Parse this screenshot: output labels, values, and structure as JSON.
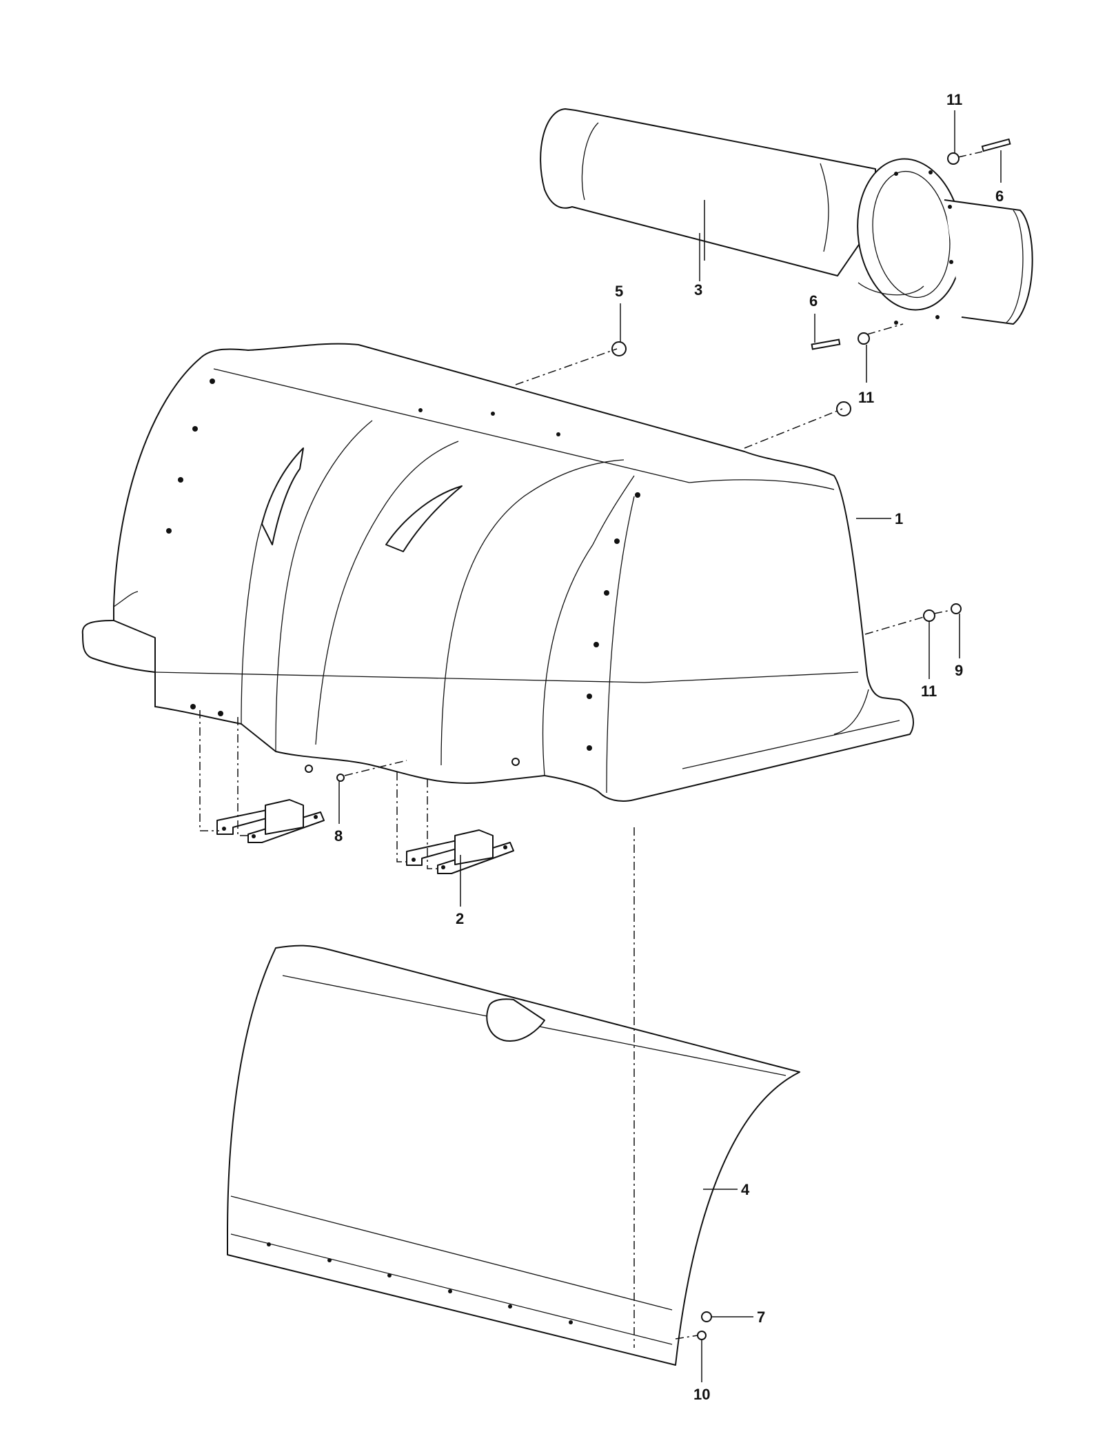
{
  "callouts": [
    {
      "id": "c11a",
      "text": "11"
    },
    {
      "id": "c6a",
      "text": "6"
    },
    {
      "id": "c3",
      "text": "3"
    },
    {
      "id": "c5",
      "text": "5"
    },
    {
      "id": "c6b",
      "text": "6"
    },
    {
      "id": "c11b",
      "text": "11"
    },
    {
      "id": "c1",
      "text": "1"
    },
    {
      "id": "c11c",
      "text": "11"
    },
    {
      "id": "c9",
      "text": "9"
    },
    {
      "id": "c8",
      "text": "8"
    },
    {
      "id": "c2",
      "text": "2"
    },
    {
      "id": "c4",
      "text": "4"
    },
    {
      "id": "c7",
      "text": "7"
    },
    {
      "id": "c10",
      "text": "10"
    }
  ]
}
